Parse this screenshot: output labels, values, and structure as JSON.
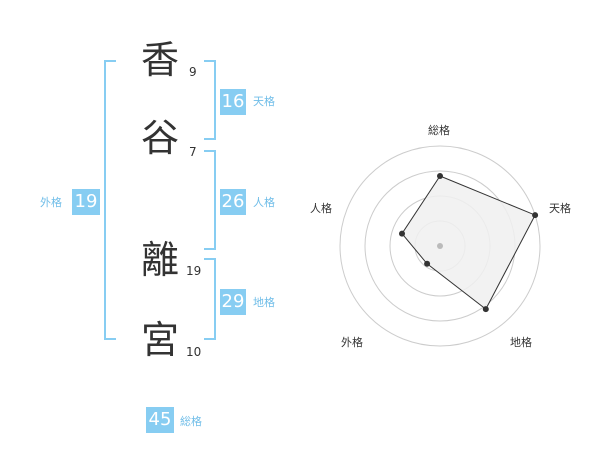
{
  "name": {
    "chars": [
      {
        "char": "香",
        "strokes": "9"
      },
      {
        "char": "谷",
        "strokes": "7"
      },
      {
        "char": "離",
        "strokes": "19"
      },
      {
        "char": "宮",
        "strokes": "10"
      }
    ]
  },
  "kaku": {
    "tenkaku": {
      "value": "16",
      "label": "天格"
    },
    "jinkaku": {
      "value": "26",
      "label": "人格"
    },
    "chikaku": {
      "value": "29",
      "label": "地格"
    },
    "gaikaku": {
      "value": "19",
      "label": "外格"
    },
    "soukaku": {
      "value": "45",
      "label": "総格"
    }
  },
  "chart_data": {
    "type": "radar",
    "axes": [
      "総格",
      "天格",
      "地格",
      "外格",
      "人格"
    ],
    "values": [
      0.7,
      1.0,
      0.78,
      0.22,
      0.4
    ],
    "rings": 4,
    "colors": {
      "fill": "#f0f0f0",
      "stroke": "#333333",
      "ring": "#cccccc",
      "point": "#333333",
      "center": "#bbbbbb"
    }
  }
}
